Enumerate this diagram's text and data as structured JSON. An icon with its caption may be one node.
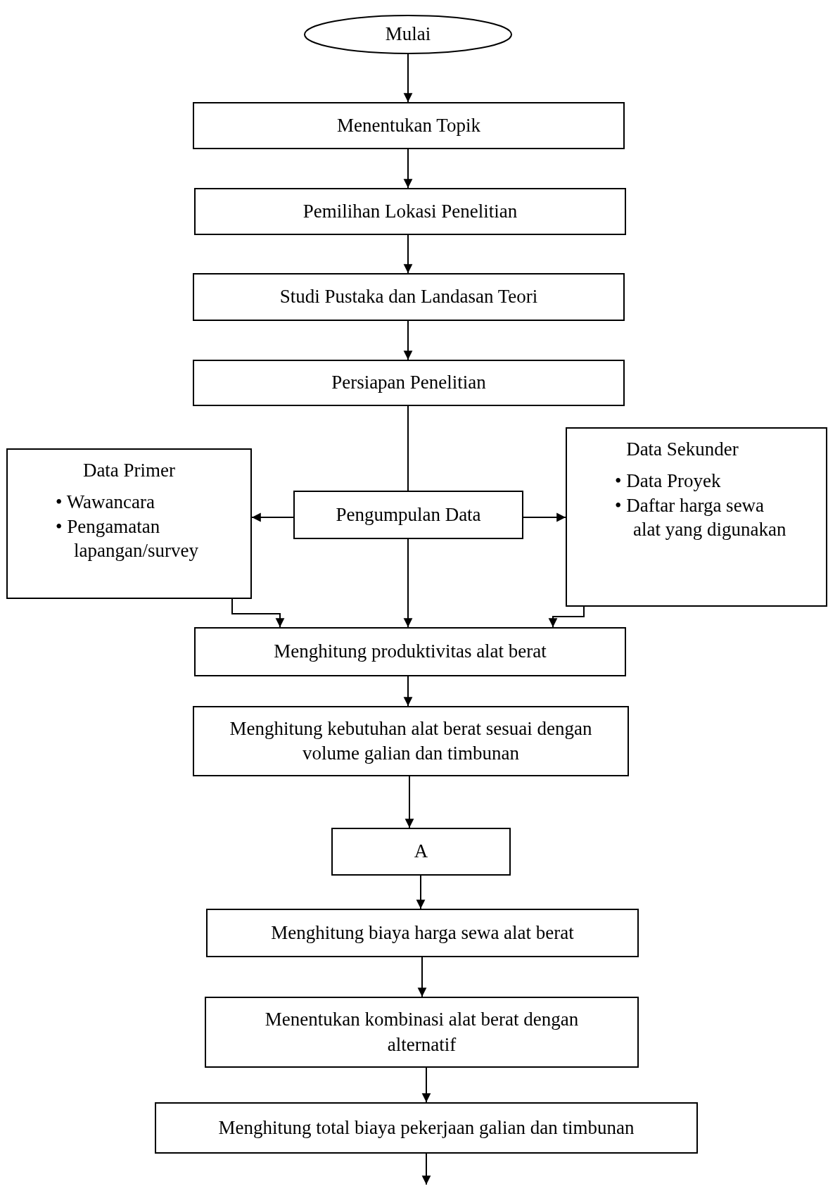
{
  "diagram": {
    "nodes": [
      {
        "text": [
          "Mulai"
        ]
      },
      {
        "text": [
          "Menentukan Topik"
        ]
      },
      {
        "text": [
          "Pemilihan Lokasi Penelitian"
        ]
      },
      {
        "text": [
          "Studi Pustaka dan Landasan Teori"
        ]
      },
      {
        "text": [
          "Persiapan Penelitian"
        ]
      },
      {
        "text": [
          "Data Primer",
          "• Wawancara",
          "• Pengamatan lapangan/survey"
        ]
      },
      {
        "text": [
          "Pengumpulan Data"
        ]
      },
      {
        "text": [
          "Data Sekunder",
          "• Data Proyek",
          "• Daftar harga sewa alat yang digunakan"
        ]
      },
      {
        "text": [
          "Menghitung produktivitas alat berat"
        ]
      },
      {
        "text": [
          "Menghitung kebutuhan alat berat sesuai dengan volume galian dan timbunan"
        ]
      },
      {
        "text": [
          "A"
        ]
      },
      {
        "text": [
          "Menghitung biaya harga sewa alat berat"
        ]
      },
      {
        "text": [
          "Menentukan kombinasi alat berat dengan alternatif"
        ]
      },
      {
        "text": [
          "Menghitung total biaya pekerjaan galian dan timbunan"
        ]
      }
    ],
    "edges": [
      {
        "from": 0,
        "to": 1,
        "arrow": "to"
      },
      {
        "from": 1,
        "to": 2,
        "arrow": "to"
      },
      {
        "from": 2,
        "to": 3,
        "arrow": "to"
      },
      {
        "from": 3,
        "to": 4,
        "arrow": "to"
      },
      {
        "from": 4,
        "to": 6,
        "arrow": "none"
      },
      {
        "from": 6,
        "to": 5,
        "arrow": "to"
      },
      {
        "from": 6,
        "to": 7,
        "arrow": "to"
      },
      {
        "from": 6,
        "to": 8,
        "arrow": "to"
      },
      {
        "from": 5,
        "to": 8,
        "arrow": "to"
      },
      {
        "from": 7,
        "to": 8,
        "arrow": "to"
      },
      {
        "from": 8,
        "to": 9,
        "arrow": "to"
      },
      {
        "from": 9,
        "to": 10,
        "arrow": "to"
      },
      {
        "from": 10,
        "to": 11,
        "arrow": "to"
      },
      {
        "from": 11,
        "to": 12,
        "arrow": "to"
      },
      {
        "from": 12,
        "to": 13,
        "arrow": "to"
      },
      {
        "from": 13,
        "to": null,
        "arrow": "to"
      }
    ]
  }
}
